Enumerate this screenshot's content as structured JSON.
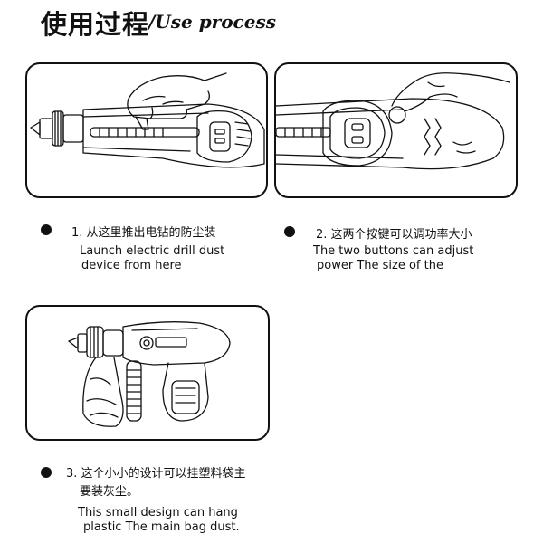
{
  "header": {
    "title_zh": "使用过程",
    "title_en": "/Use process"
  },
  "steps": [
    {
      "text_zh": "1. 从这里推出电钻的防尘装",
      "text_en_line1": "Launch electric drill dust",
      "text_en_line2": "device from here",
      "illustration_icon": "hand-pushing-dust-cover-icon"
    },
    {
      "text_zh": "2. 这两个按键可以调功率大小",
      "text_en_line1": "The two buttons can adjust",
      "text_en_line2": "power The size of the",
      "illustration_icon": "finger-pressing-power-button-icon"
    },
    {
      "text_zh_line1": "3. 这个小小的设计可以挂塑料袋主",
      "text_zh_line2": "要装灰尘。",
      "text_en_line1": "This small design can hang",
      "text_en_line2": "plastic The main bag dust.",
      "illustration_icon": "drill-with-dust-bag-icon"
    }
  ],
  "colors": {
    "ink": "#111111",
    "background": "#ffffff"
  }
}
